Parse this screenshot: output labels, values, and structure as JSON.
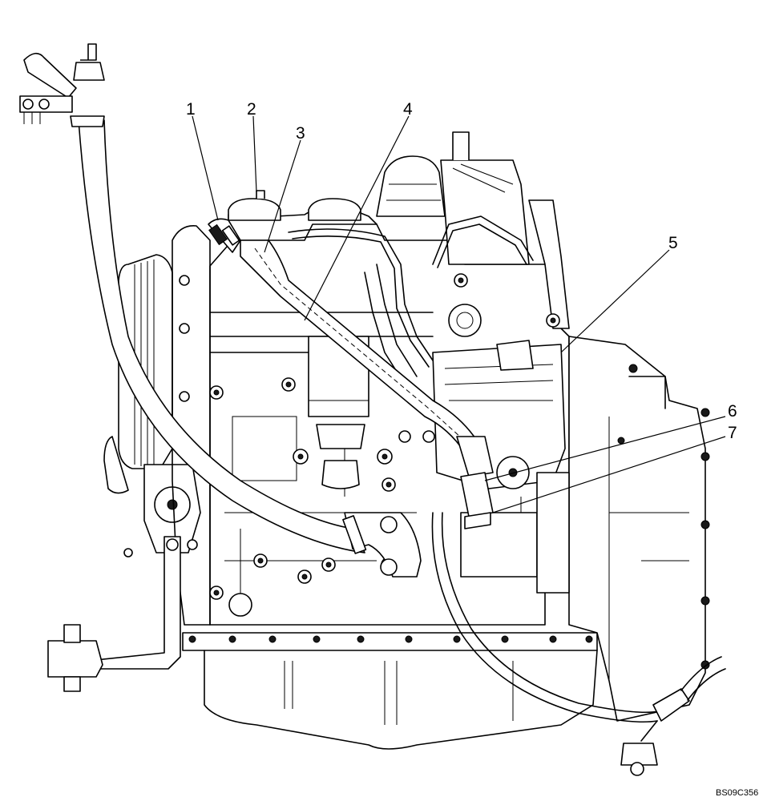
{
  "figure": {
    "callouts": [
      {
        "id": "1",
        "label": "1"
      },
      {
        "id": "2",
        "label": "2"
      },
      {
        "id": "3",
        "label": "3"
      },
      {
        "id": "4",
        "label": "4"
      },
      {
        "id": "5",
        "label": "5"
      },
      {
        "id": "6",
        "label": "6"
      },
      {
        "id": "7",
        "label": "7"
      }
    ],
    "drawing_code": "BS09C356"
  }
}
